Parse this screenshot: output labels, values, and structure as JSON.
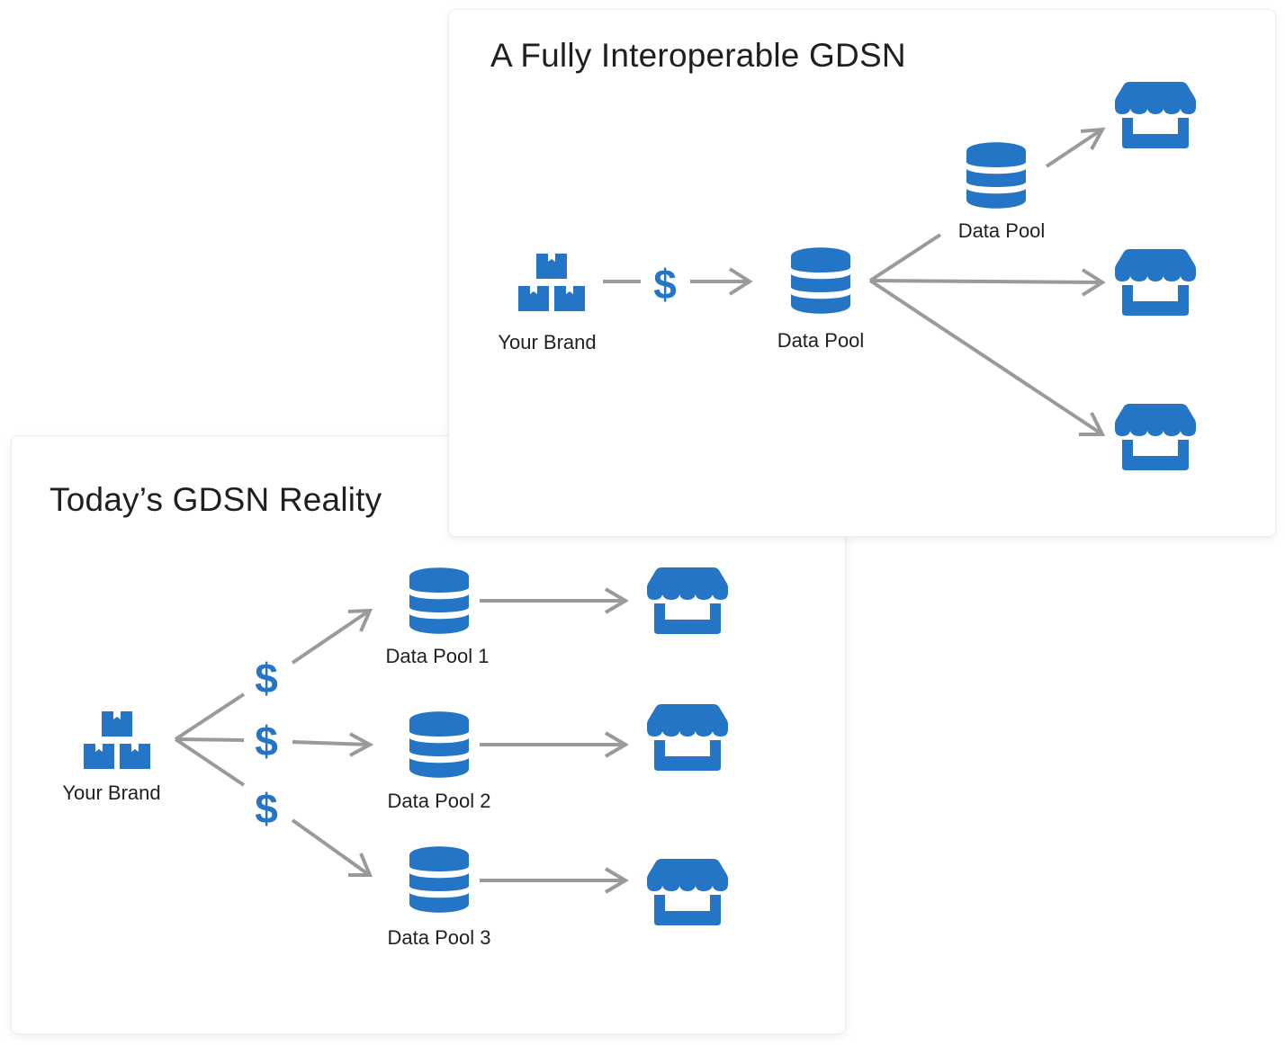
{
  "colors": {
    "icon_blue": "#2475c6",
    "arrow_gray": "#9a9a9a",
    "text": "#1f1f1f",
    "card_border": "#ececef"
  },
  "interop": {
    "title": "A Fully Interoperable GDSN",
    "brand_label": "Your Brand",
    "cost_symbol": "$",
    "data_pool_label": "Data Pool",
    "secondary_pool_label": "Data Pool",
    "icons": {
      "brand": "boxes-icon",
      "pool": "database-icon",
      "retailer": "storefront-icon",
      "cost": "dollar-icon"
    },
    "retailer_count": 3
  },
  "today": {
    "title": "Today’s GDSN Reality",
    "brand_label": "Your Brand",
    "cost_symbol": "$",
    "pools": [
      {
        "label": "Data Pool 1"
      },
      {
        "label": "Data Pool 2"
      },
      {
        "label": "Data Pool 3"
      }
    ],
    "icons": {
      "brand": "boxes-icon",
      "pool": "database-icon",
      "retailer": "storefront-icon",
      "cost": "dollar-icon"
    }
  }
}
